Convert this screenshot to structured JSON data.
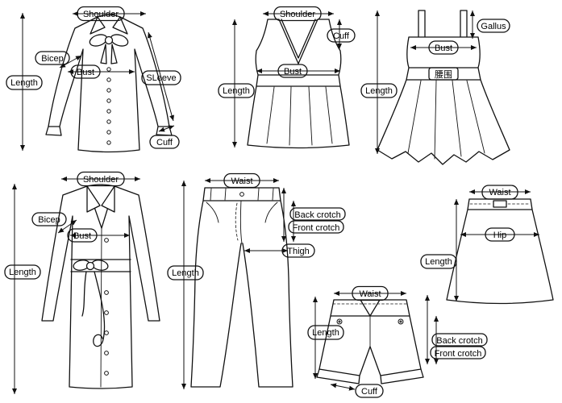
{
  "canvas": {
    "background_color": "#ffffff",
    "line_color": "#111111",
    "description": "Clothing size measurement guide with seven garment line drawings"
  },
  "garments": {
    "blouse": {
      "labels": {
        "shoulder": "Shoulder",
        "bicep": "Bicep",
        "bust": "Bust",
        "length": "Length",
        "sleeve": "SLeeve",
        "cuff": "Cuff"
      }
    },
    "tank_top": {
      "labels": {
        "shoulder": "Shoulder",
        "cuff": "Cuff",
        "bust": "Bust",
        "length": "Length"
      }
    },
    "dress": {
      "labels": {
        "gallus": "Gallus",
        "bust": "Bust",
        "waist_cn": "腰围",
        "length": "Length"
      }
    },
    "coat": {
      "labels": {
        "shoulder": "Shoulder",
        "bicep": "Bicep",
        "bust": "Bust",
        "length": "Length"
      }
    },
    "trousers": {
      "labels": {
        "waist": "Waist",
        "back_crotch": "Back crotch",
        "front_crotch": "Front crotch",
        "thigh": "Thigh",
        "length": "Length"
      }
    },
    "skirt": {
      "labels": {
        "waist": "Waist",
        "hip": "Hip",
        "length": "Length"
      }
    },
    "shorts": {
      "labels": {
        "waist": "Waist",
        "length": "Length",
        "back_crotch": "Back crotch",
        "front_crotch": "Front crotch",
        "cuff": "Cuff"
      }
    }
  }
}
